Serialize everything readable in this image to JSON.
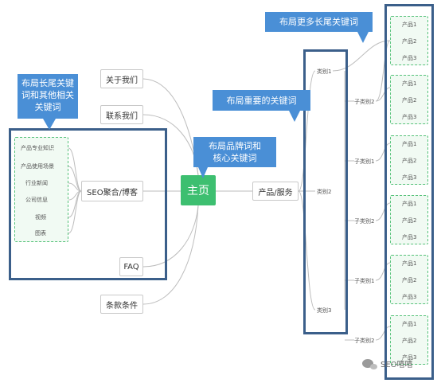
{
  "home": "主页",
  "left_nodes": {
    "about": "关于我们",
    "contact": "联系我们",
    "seo": "SEO聚合/博客",
    "faq": "FAQ",
    "terms": "条款条件"
  },
  "seo_children": [
    "产品专业知识",
    "产品使用场景",
    "行业新闻",
    "公司信息",
    "视频",
    "图表"
  ],
  "product": "产品/服务",
  "categories": [
    "类别1",
    "类别2",
    "类别3"
  ],
  "subcategories": [
    "子类别2",
    "子类别1",
    "子类别2",
    "子类别1",
    "子类别2"
  ],
  "products": [
    "产品1",
    "产品2",
    "产品3"
  ],
  "callouts": {
    "longtail": "布局长尾关键词和其他相关关键词",
    "brand": "布局品牌词和核心关键词",
    "important": "布局重要的关键词",
    "more": "布局更多长尾关键词"
  },
  "watermark": "SEO嘻嘻",
  "colors": {
    "frame": "#3b5f8a",
    "callout": "#4a8fd6",
    "home": "#3dbf70",
    "dashed": "#56c27a"
  }
}
